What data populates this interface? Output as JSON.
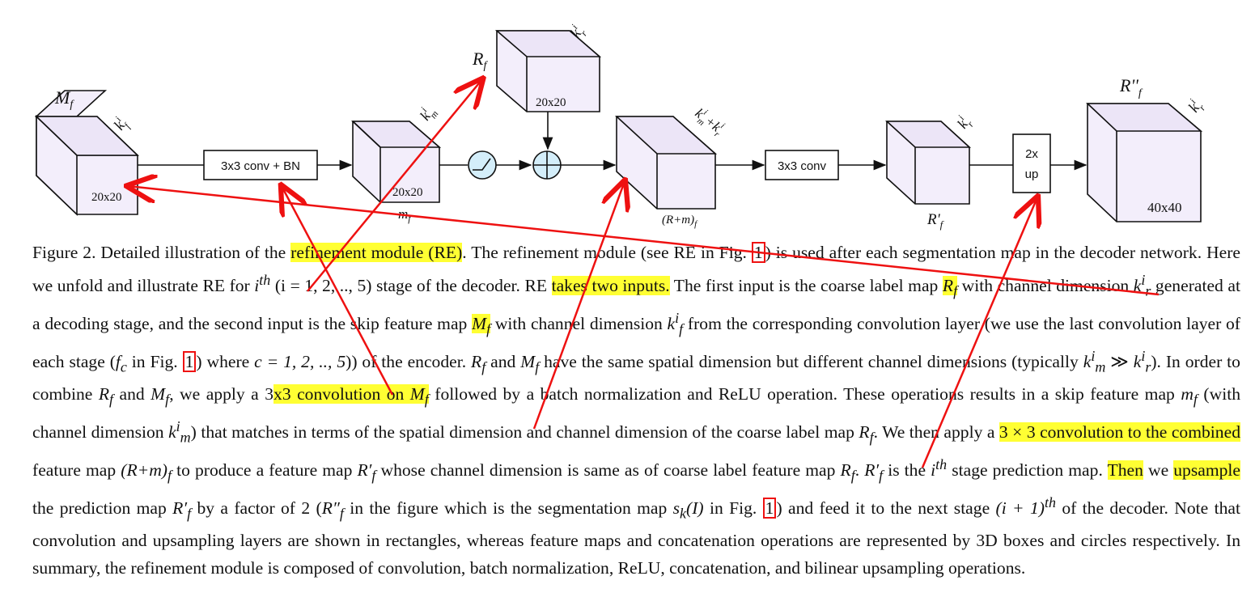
{
  "diagram": {
    "blocks": {
      "mf": {
        "name": "M",
        "sub": "f",
        "channel": "k",
        "ch_sup": "i",
        "ch_sub": "f",
        "size": "20x20"
      },
      "rf": {
        "name": "R",
        "sub": "f",
        "channel": "k",
        "ch_sup": "i",
        "ch_sub": "r",
        "size": "20x20"
      },
      "mfs": {
        "name": "m",
        "sub": "f",
        "channel": "k",
        "ch_sup": "i",
        "ch_sub": "m",
        "size": "20x20"
      },
      "rm": {
        "name": "(R+m)",
        "sub": "f",
        "channel": "k",
        "ch_sup": "i",
        "ch_sub": "m",
        "ch_plus": "+k",
        "ch_sup2": "i",
        "ch_sub2": "r"
      },
      "rpf": {
        "name": "R'",
        "sub": "f",
        "channel": "k",
        "ch_sup": "i",
        "ch_sub": "r"
      },
      "rppf": {
        "name": "R''",
        "sub": "f",
        "channel": "k",
        "ch_sup": "i",
        "ch_sub": "r",
        "size": "40x40"
      }
    },
    "ops": {
      "conv_bn": "3x3 conv + BN",
      "conv": "3x3 conv",
      "up_line1": "2x",
      "up_line2": "up"
    }
  },
  "caption": {
    "figure_label": "Figure 2.",
    "p1": " Detailed illustration of the ",
    "h1": "refinement module (RE)",
    "p2": ". The refinement module (see RE in Fig. ",
    "ref1": "1",
    "p3": ") is used after each segmentation map in the decoder network. Here we unfold and illustrate RE for ",
    "p3_math": "i",
    "p3_sup": "th",
    "p3_paren": " (i = 1, 2, .., 5) ",
    "p4": "stage of the decoder. RE ",
    "h2": "takes two inputs.",
    "p5": " The first input is the coarse label map ",
    "h3": "R",
    "h3_sub": "f",
    "p6": " with channel dimension ",
    "p6_math": "k",
    "p6_sup": "i",
    "p6_sub": "r",
    "p7": " generated at a decoding stage, and the second input is the skip feature map ",
    "h4": "M",
    "h4_sub": "f",
    "p8": " with channel dimension ",
    "p8_sup": "i",
    "p8_sub": "f",
    "p9": " from the corresponding convolution layer (we use the last convolution layer of each stage (",
    "p9_math": "f",
    "p9_sub": "c",
    "p10": " in Fig. ",
    "ref2": "1",
    "p11": ") where ",
    "p11_math": "c = 1, 2, .., 5",
    "p12": ")) of the encoder. ",
    "p12_math_a": "R",
    "p12_sub_a": "f",
    "p13": " and ",
    "p13_math": "M",
    "p13_sub": "f",
    "p14": " have the same spatial dimension but different channel dimensions (typically ",
    "p14_k1_sup": "i",
    "p14_k1_sub": "m",
    "p14_gg": " ≫ ",
    "p14_k2_sup": "i",
    "p14_k2_sub": "r",
    "p15": "). In order to combine ",
    "p16": " and ",
    "p17": ", we apply a 3",
    "h5": "x3 convolution on ",
    "h5_math": "M",
    "h5_sub": "f",
    "p18": " followed by a batch normalization and ReLU operation. These operations results in a skip feature map ",
    "p18_math": "m",
    "p18_sub": "f",
    "p19": " (with channel dimension ",
    "p19_sup": "i",
    "p19_sub": "m",
    "p20": ") that matches in terms of the spatial dimension and channel dimension of the coarse label map ",
    "p21": ". We then apply a ",
    "h6": "3 × 3 convolution to the combined",
    "p22": " feature map ",
    "p22_math": "(R+m)",
    "p22_sub": "f",
    "p23": " to produce a feature map ",
    "p23_math": "R′",
    "p23_sub": "f",
    "p24": " whose channel dimension is same as of coarse label feature map ",
    "p25": ". ",
    "p26": " is the ",
    "p27": " stage prediction map. ",
    "h7": "Then",
    "p28": " we ",
    "h8": "upsample",
    "p29": " the prediction map ",
    "p30": " by a factor of 2 (",
    "p30_math": "R″",
    "p31": " in the figure which is the segmentation map ",
    "p31_math": "s",
    "p31_sub": "k",
    "p31_arg": "(I)",
    "p32": " in Fig. ",
    "ref3": "1",
    "p33": ") and feed it to the next stage ",
    "p33_math": "(i + 1)",
    "p33_sup": "th",
    "p34": " of the decoder. Note that convolution and upsampling layers are shown in rectangles, whereas feature maps and concatenation operations are represented by 3D boxes and circles respectively. In summary, the refinement module is composed of convolution, batch normalization, ReLU, concatenation, and bilinear upsampling operations."
  },
  "colors": {
    "box_face": "#f3eefb",
    "highlight": "#ffff33",
    "annotation": "#ee1111"
  }
}
